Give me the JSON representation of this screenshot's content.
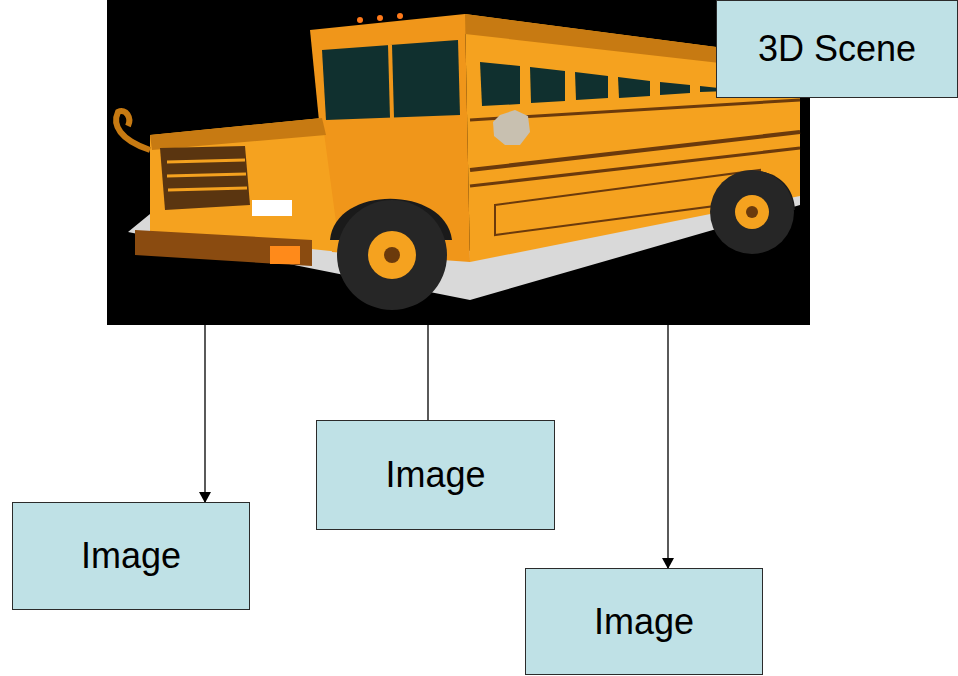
{
  "diagram": {
    "nodes": [
      {
        "text": [
          "3D Scene"
        ]
      },
      {
        "text": [
          "Image"
        ]
      },
      {
        "text": [
          "Image"
        ]
      },
      {
        "text": [
          "Image"
        ]
      }
    ],
    "edges": [
      {
        "from": 0,
        "to": 1,
        "arrow": "to"
      },
      {
        "from": 0,
        "to": 2,
        "arrow": "none"
      },
      {
        "from": 0,
        "to": 3,
        "arrow": "to"
      }
    ]
  }
}
